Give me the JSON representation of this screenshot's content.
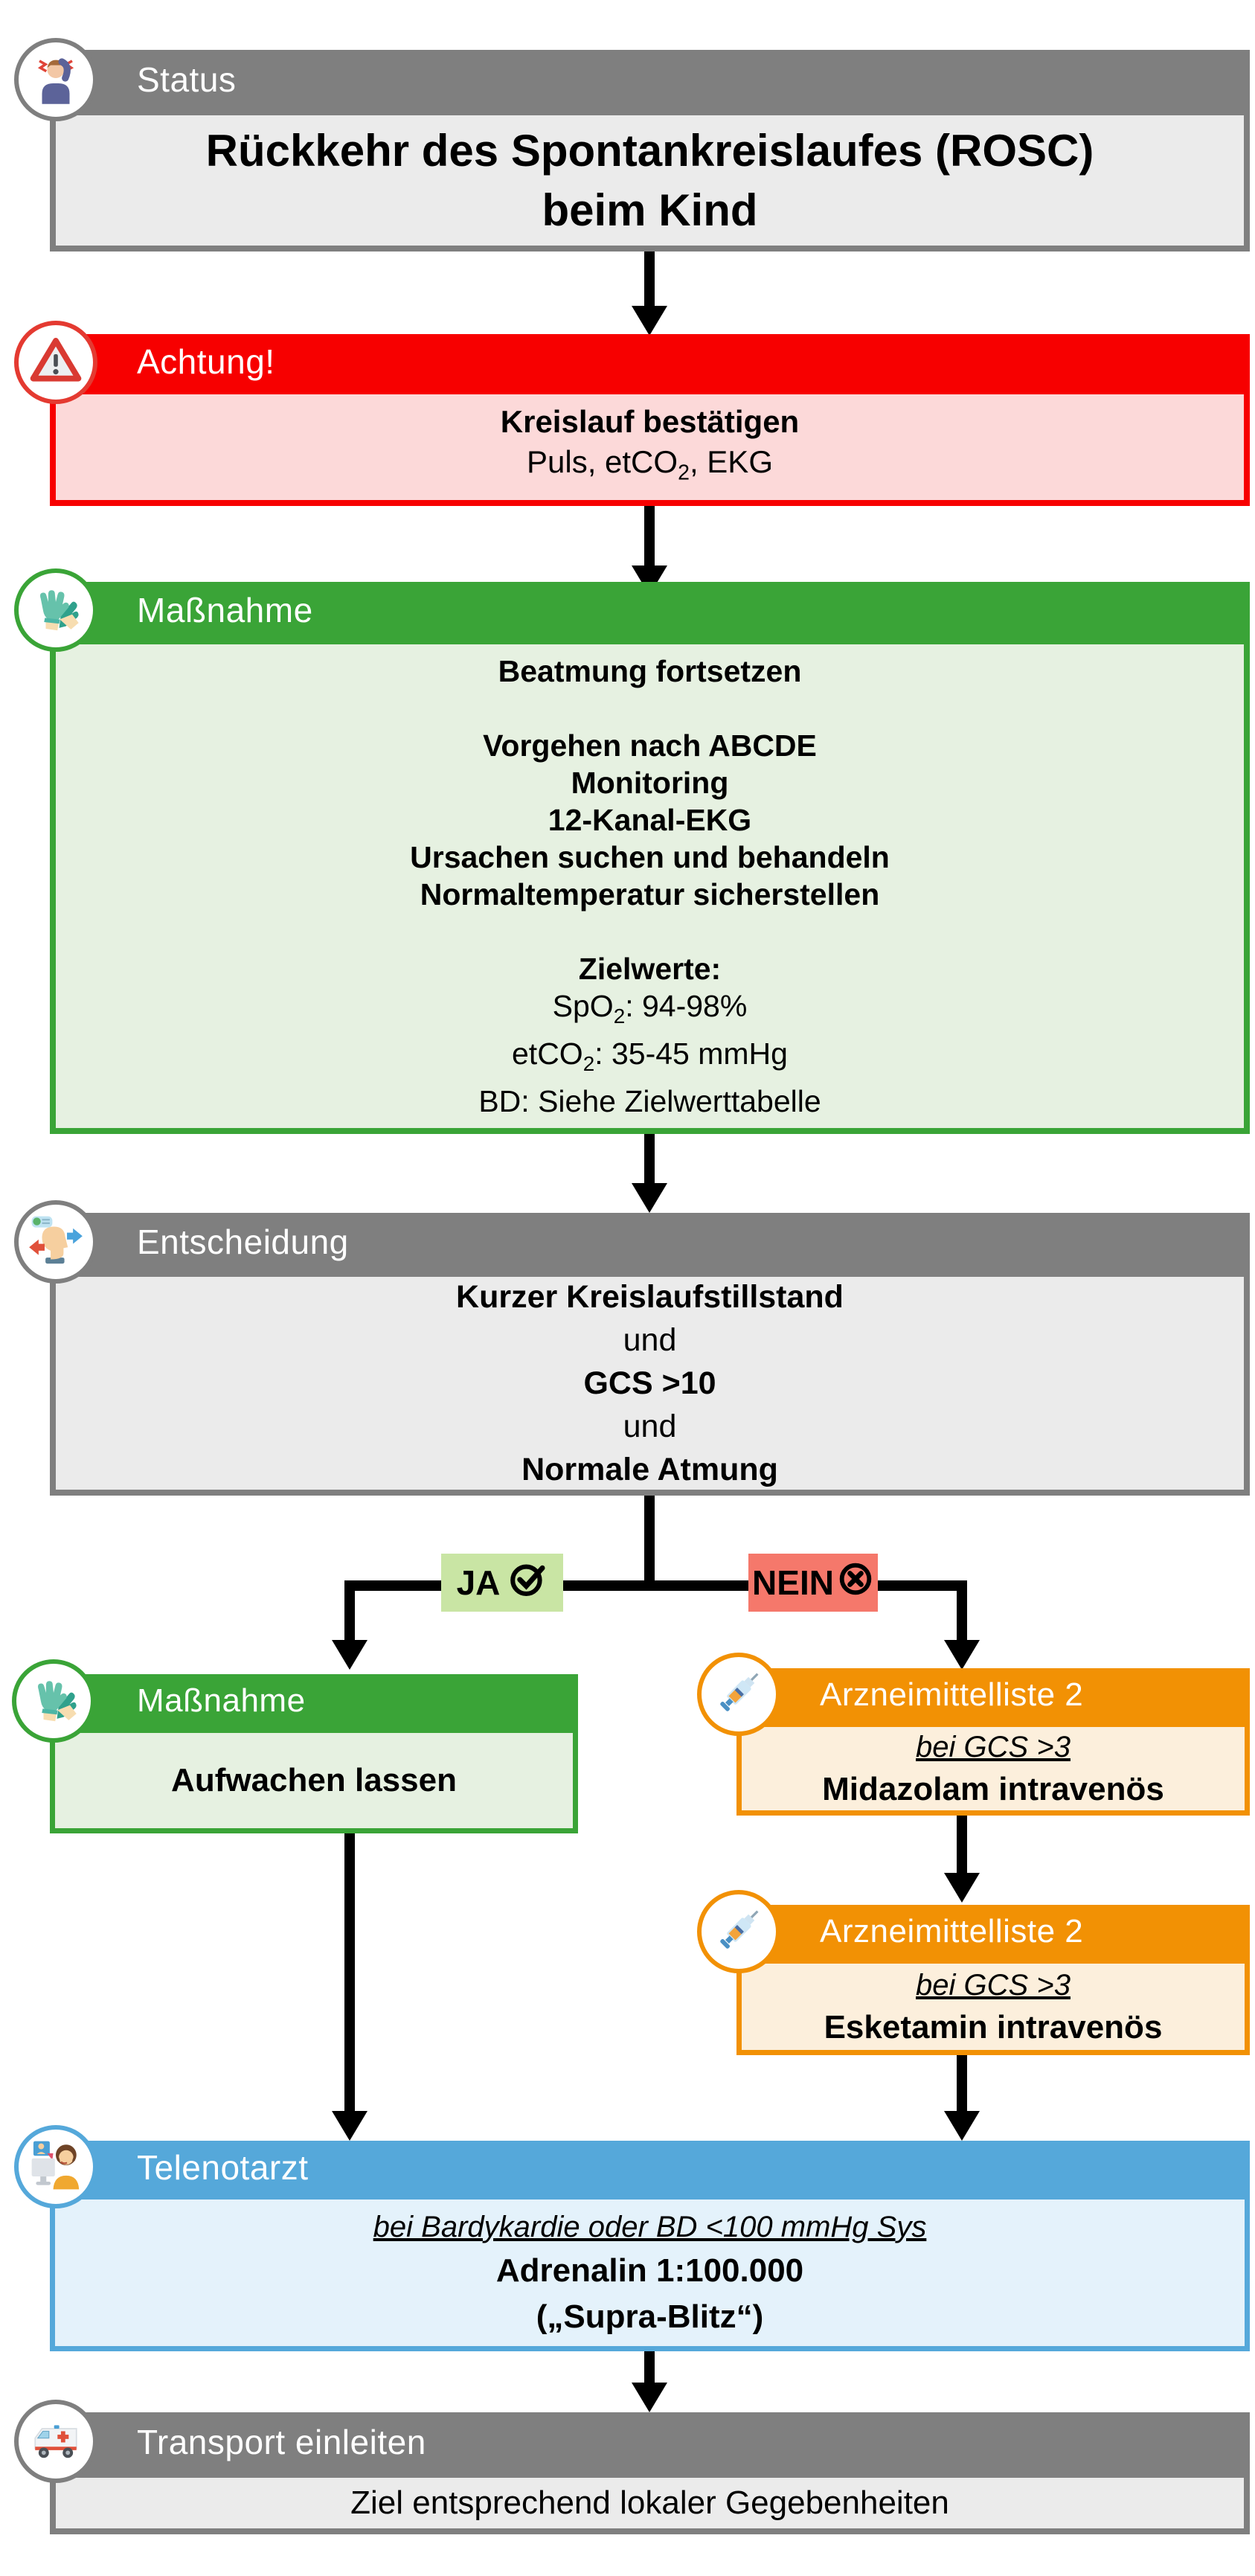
{
  "colors": {
    "gray_header": "#7f7f7f",
    "gray_body": "#ebebeb",
    "red_header": "#f70000",
    "red_body": "#fcd9d9",
    "green_header": "#3aa437",
    "green_body": "#e6f1e1",
    "orange_header": "#f29104",
    "orange_body": "#fcefdc",
    "blue_header": "#55a8da",
    "blue_body": "#e4f2fb",
    "yes_badge_bg": "#c9e5a4",
    "no_badge_bg": "#f5786b",
    "arrow": "#000000"
  },
  "status": {
    "header": "Status",
    "title_line1": "Rückkehr des Spontankreislaufes (ROSC)",
    "title_line2": "beim Kind"
  },
  "achtung": {
    "header": "Achtung!",
    "line1": "Kreislauf bestätigen",
    "line2_pre": "Puls, etCO",
    "line2_sub": "2",
    "line2_post": ", EKG"
  },
  "massnahme": {
    "header": "Maßnahme",
    "l1": "Beatmung fortsetzen",
    "l2": "Vorgehen nach ABCDE",
    "l3": "Monitoring",
    "l4": "12-Kanal-EKG",
    "l5": "Ursachen suchen und behandeln",
    "l6": "Normaltemperatur sicherstellen",
    "l7": "Zielwerte:",
    "l8_pre": "SpO",
    "l8_sub": "2",
    "l8_post": ": 94-98%",
    "l9_pre": "etCO",
    "l9_sub": "2",
    "l9_post": ": 35-45 mmHg",
    "l10": "BD: Siehe Zielwerttabelle"
  },
  "entscheidung": {
    "header": "Entscheidung",
    "c1": "Kurzer Kreislaufstillstand",
    "and1": "und",
    "c2": "GCS >10",
    "and2": "und",
    "c3": "Normale Atmung"
  },
  "branch": {
    "yes_label": "JA",
    "no_label": "NEIN"
  },
  "aufwachen": {
    "header": "Maßnahme",
    "body": "Aufwachen lassen"
  },
  "midazolam": {
    "header": "Arzneimittelliste 2",
    "condition": "bei GCS >3",
    "drug": "Midazolam intravenös"
  },
  "esketamin": {
    "header": "Arzneimittelliste 2",
    "condition": "bei GCS >3",
    "drug": "Esketamin intravenös"
  },
  "telenotarzt": {
    "header": "Telenotarzt",
    "condition": "bei Bardykardie oder BD <100 mmHg Sys",
    "line1": "Adrenalin 1:100.000",
    "line2": "(„Supra-Blitz“)"
  },
  "transport": {
    "header": "Transport einleiten",
    "body": "Ziel entsprechend lokaler Gegebenheiten"
  }
}
